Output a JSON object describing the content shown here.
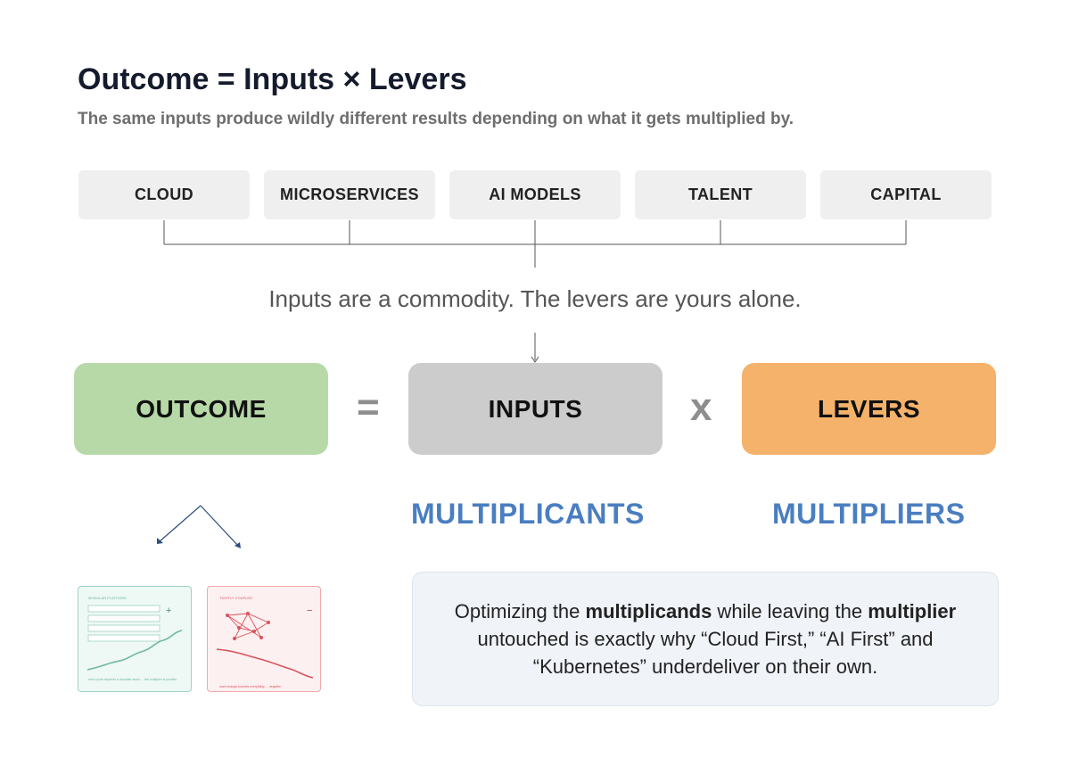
{
  "title": "Outcome = Inputs × Levers",
  "subtitle": "The same inputs produce wildly different results depending on what it gets multiplied by.",
  "inputs": [
    "CLOUD",
    "MICROSERVICES",
    "AI MODELS",
    "TALENT",
    "CAPITAL"
  ],
  "tagline": "Inputs are a commodity. The levers are yours alone.",
  "equation": {
    "outcome": "OUTCOME",
    "equals": "=",
    "inputs": "INPUTS",
    "times": "x",
    "levers": "LEVERS"
  },
  "labels": {
    "multiplicants": "MULTIPLICANTS",
    "multipliers": "MULTIPLIERS"
  },
  "note": {
    "part1": "Optimizing the ",
    "bold1": "multiplicands",
    "part2": " while leaving the ",
    "bold2": "multiplier",
    "part3": " untouched is exactly why “Cloud First,” “AI First” and “Kubernetes” underdeliver on their own."
  },
  "thumbnails": {
    "left": {
      "heading": "MODULAR PLATFORM",
      "sign": "+",
      "caption": "each cycle depends a reusable asset → the multiplier is positive"
    },
    "right": {
      "heading": "TIGHTLY COUPLED",
      "sign": "−",
      "caption": "each change touches everything → negative"
    }
  },
  "colors": {
    "outcome": "#b7d9a8",
    "inputs": "#cccccc",
    "levers": "#f5b26b",
    "accent_blue": "#4a7ec0",
    "green_line": "#6fb8a0",
    "red_line": "#d9535f"
  }
}
